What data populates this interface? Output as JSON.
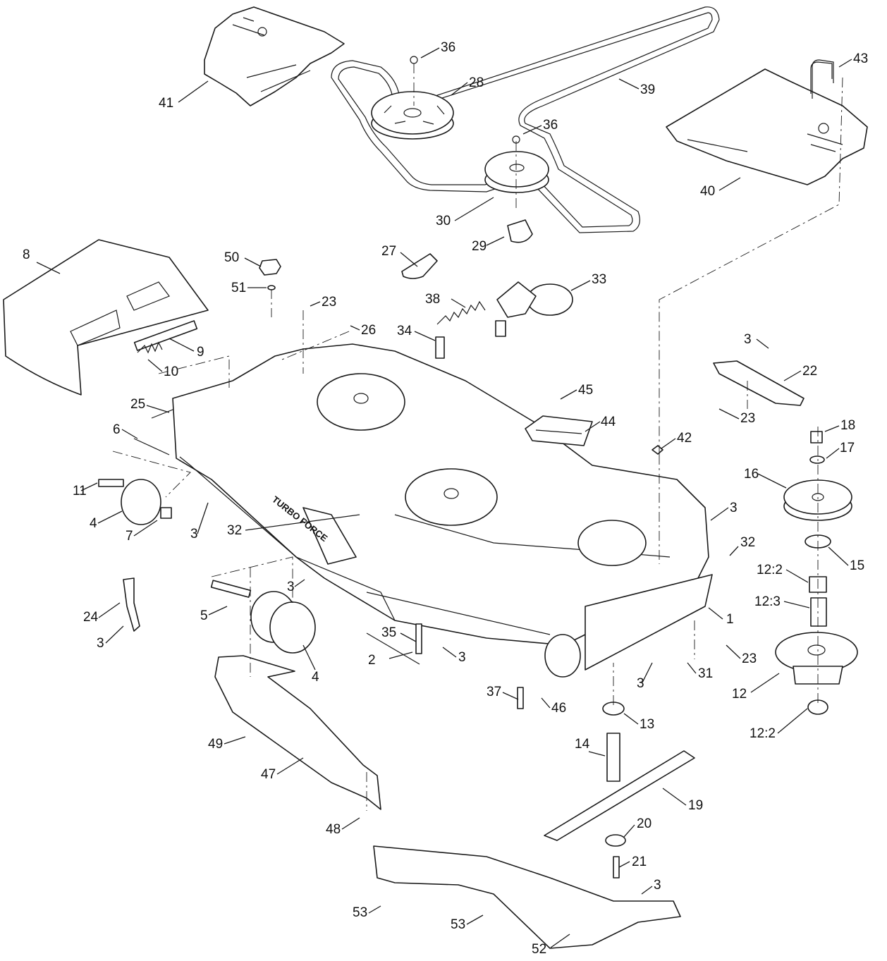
{
  "diagram": {
    "deck_stamp": "TURBO FORCE",
    "callouts": [
      {
        "id": "c1",
        "label": "1"
      },
      {
        "id": "c2",
        "label": "2"
      },
      {
        "id": "c3a",
        "label": "3"
      },
      {
        "id": "c3b",
        "label": "3"
      },
      {
        "id": "c3c",
        "label": "3"
      },
      {
        "id": "c3d",
        "label": "3"
      },
      {
        "id": "c3e",
        "label": "3"
      },
      {
        "id": "c3f",
        "label": "3"
      },
      {
        "id": "c3g",
        "label": "3"
      },
      {
        "id": "c3h",
        "label": "3"
      },
      {
        "id": "c4a",
        "label": "4"
      },
      {
        "id": "c4b",
        "label": "4"
      },
      {
        "id": "c5",
        "label": "5"
      },
      {
        "id": "c6",
        "label": "6"
      },
      {
        "id": "c7",
        "label": "7"
      },
      {
        "id": "c8",
        "label": "8"
      },
      {
        "id": "c9",
        "label": "9"
      },
      {
        "id": "c10",
        "label": "10"
      },
      {
        "id": "c11",
        "label": "11"
      },
      {
        "id": "c12",
        "label": "12"
      },
      {
        "id": "c12_2a",
        "label": "12:2"
      },
      {
        "id": "c12_3",
        "label": "12:3"
      },
      {
        "id": "c12_2b",
        "label": "12:2"
      },
      {
        "id": "c13",
        "label": "13"
      },
      {
        "id": "c14",
        "label": "14"
      },
      {
        "id": "c15",
        "label": "15"
      },
      {
        "id": "c16",
        "label": "16"
      },
      {
        "id": "c17",
        "label": "17"
      },
      {
        "id": "c18",
        "label": "18"
      },
      {
        "id": "c19",
        "label": "19"
      },
      {
        "id": "c20",
        "label": "20"
      },
      {
        "id": "c21",
        "label": "21"
      },
      {
        "id": "c22",
        "label": "22"
      },
      {
        "id": "c23a",
        "label": "23"
      },
      {
        "id": "c23b",
        "label": "23"
      },
      {
        "id": "c23c",
        "label": "23"
      },
      {
        "id": "c24",
        "label": "24"
      },
      {
        "id": "c25",
        "label": "25"
      },
      {
        "id": "c26",
        "label": "26"
      },
      {
        "id": "c27",
        "label": "27"
      },
      {
        "id": "c28",
        "label": "28"
      },
      {
        "id": "c29",
        "label": "29"
      },
      {
        "id": "c30",
        "label": "30"
      },
      {
        "id": "c31",
        "label": "31"
      },
      {
        "id": "c32a",
        "label": "32"
      },
      {
        "id": "c32b",
        "label": "32"
      },
      {
        "id": "c33",
        "label": "33"
      },
      {
        "id": "c34",
        "label": "34"
      },
      {
        "id": "c35",
        "label": "35"
      },
      {
        "id": "c36a",
        "label": "36"
      },
      {
        "id": "c36b",
        "label": "36"
      },
      {
        "id": "c37",
        "label": "37"
      },
      {
        "id": "c38",
        "label": "38"
      },
      {
        "id": "c39",
        "label": "39"
      },
      {
        "id": "c40",
        "label": "40"
      },
      {
        "id": "c41",
        "label": "41"
      },
      {
        "id": "c42",
        "label": "42"
      },
      {
        "id": "c43",
        "label": "43"
      },
      {
        "id": "c44",
        "label": "44"
      },
      {
        "id": "c45",
        "label": "45"
      },
      {
        "id": "c46",
        "label": "46"
      },
      {
        "id": "c47",
        "label": "47"
      },
      {
        "id": "c48",
        "label": "48"
      },
      {
        "id": "c49",
        "label": "49"
      },
      {
        "id": "c50",
        "label": "50"
      },
      {
        "id": "c51",
        "label": "51"
      },
      {
        "id": "c52",
        "label": "52"
      },
      {
        "id": "c53a",
        "label": "53"
      },
      {
        "id": "c53b",
        "label": "53"
      }
    ]
  }
}
